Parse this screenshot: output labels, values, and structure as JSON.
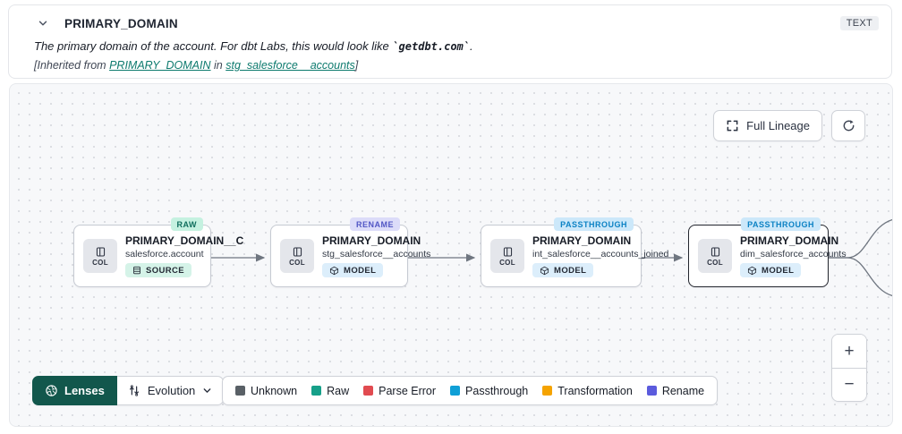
{
  "header": {
    "title": "PRIMARY_DOMAIN",
    "type_badge": "TEXT",
    "description_prefix": "The primary domain of the account. For dbt Labs, this would look like ",
    "description_code": "`getdbt.com`",
    "description_suffix": ".",
    "inherited_prefix": "[Inherited from ",
    "inherited_link_column": "PRIMARY_DOMAIN",
    "inherited_middle": " in ",
    "inherited_link_model": "stg_salesforce__accounts",
    "inherited_suffix": "]"
  },
  "toolbar": {
    "full_lineage_label": "Full Lineage"
  },
  "nodes": [
    {
      "title": "PRIMARY_DOMAIN__C",
      "subtitle": "salesforce.account",
      "kind": "SOURCE",
      "badge": "RAW",
      "col_label": "COL"
    },
    {
      "title": "PRIMARY_DOMAIN",
      "subtitle": "stg_salesforce__accounts",
      "kind": "MODEL",
      "badge": "RENAME",
      "col_label": "COL"
    },
    {
      "title": "PRIMARY_DOMAIN",
      "subtitle": "int_salesforce__accounts_joined",
      "kind": "MODEL",
      "badge": "PASSTHROUGH",
      "col_label": "COL"
    },
    {
      "title": "PRIMARY_DOMAIN",
      "subtitle": "dim_salesforce_accounts",
      "kind": "MODEL",
      "badge": "PASSTHROUGH",
      "col_label": "COL"
    }
  ],
  "footer": {
    "lenses_label": "Lenses",
    "lens_selected": "Evolution",
    "legend": [
      {
        "label": "Unknown",
        "color": "#596066"
      },
      {
        "label": "Raw",
        "color": "#16a089"
      },
      {
        "label": "Parse Error",
        "color": "#e14b50"
      },
      {
        "label": "Passthrough",
        "color": "#0f9fd6"
      },
      {
        "label": "Transformation",
        "color": "#f5a300"
      },
      {
        "label": "Rename",
        "color": "#5b5bdd"
      }
    ]
  },
  "zoom_controls": {
    "zoom_in": "+",
    "zoom_out": "−"
  }
}
